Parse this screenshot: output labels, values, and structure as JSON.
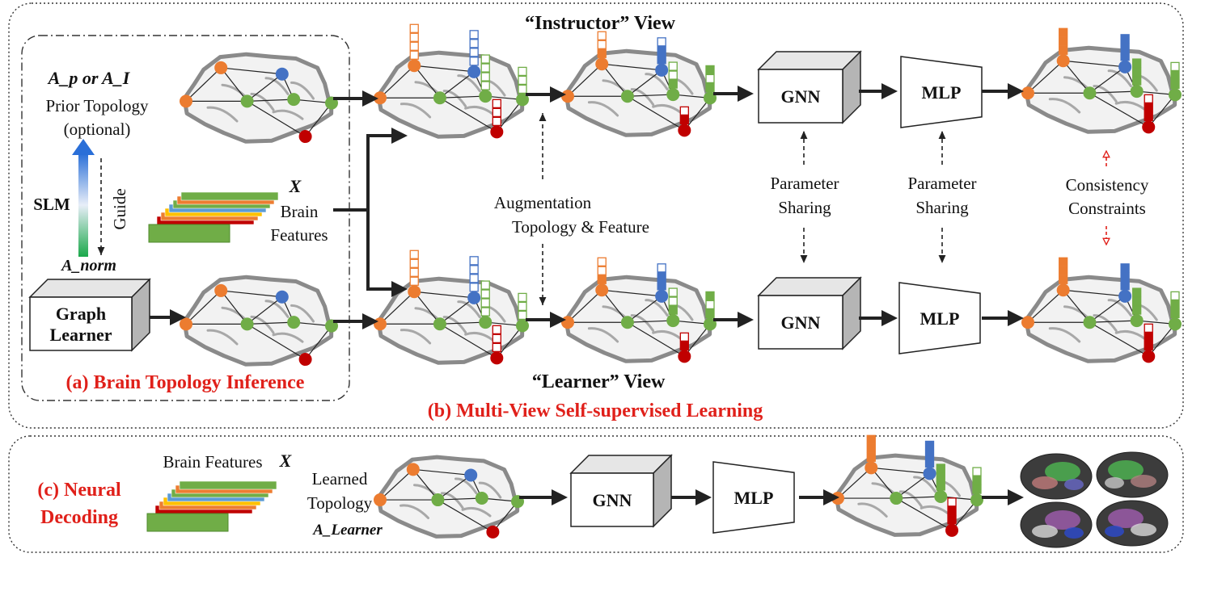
{
  "panels": {
    "a_label": "(a) Brain Topology Inference",
    "b_label": "(b) Multi-View Self-supervised Learning",
    "c_label_line1": "(c) Neural",
    "c_label_line2": "Decoding"
  },
  "views": {
    "instructor": "“Instructor” View",
    "learner": "“Learner” View"
  },
  "topology": {
    "prior_symbol": "A_p or A_I",
    "prior_line1": "Prior Topology",
    "prior_line2": "(optional)",
    "slm": "SLM",
    "guide": "Guide",
    "norm_symbol": "A_norm",
    "graph_learner_line1": "Graph",
    "graph_learner_line2": "Learner"
  },
  "features": {
    "x_symbol": "X",
    "line1": "Brain",
    "line2": "Features"
  },
  "augmentation": {
    "line1": "Augmentation",
    "line2": "Topology & Feature"
  },
  "sharing": {
    "line1": "Parameter",
    "line2": "Sharing"
  },
  "consistency": {
    "line1": "Consistency",
    "line2": "Constraints"
  },
  "modules": {
    "gnn": "GNN",
    "mlp": "MLP"
  },
  "decoding": {
    "features_label": "Brain Features",
    "features_symbol": "X",
    "learned_line1": "Learned",
    "learned_line2": "Topology",
    "learned_symbol": "A_Learner"
  },
  "colors": {
    "red_label": "#e0201a",
    "node_orange": "#ec7c30",
    "node_blue": "#4472c4",
    "node_green": "#70ad47",
    "node_red": "#c00000"
  }
}
